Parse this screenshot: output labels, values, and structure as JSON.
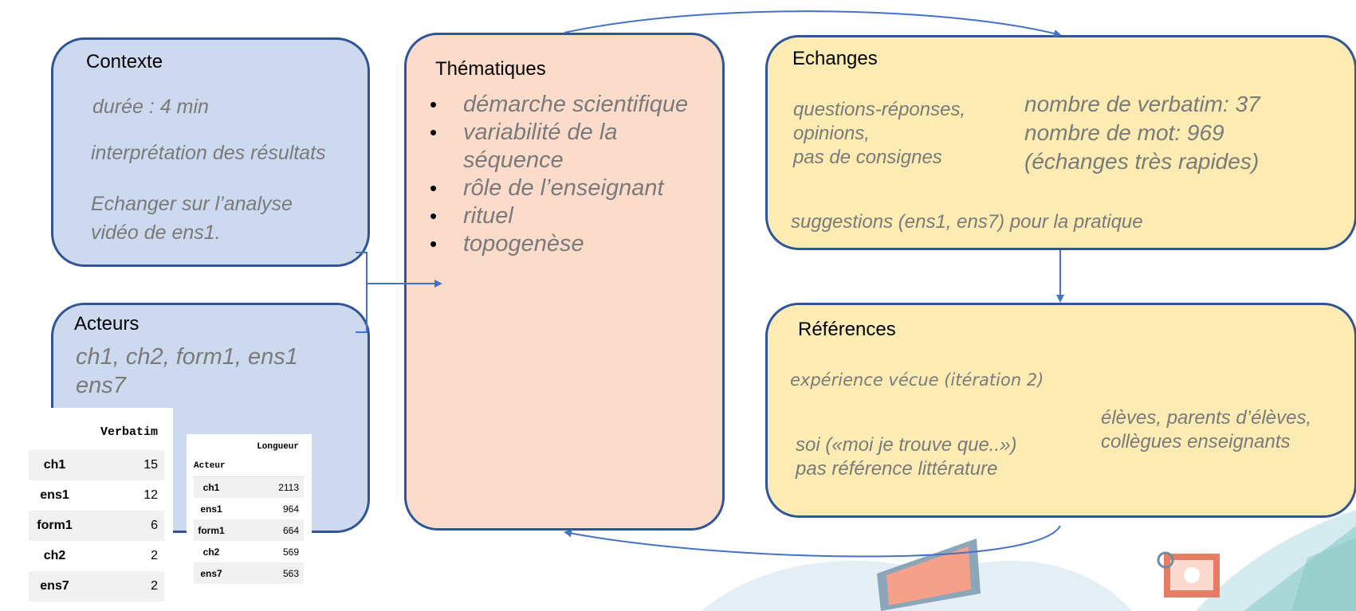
{
  "contexte": {
    "title": "Contexte",
    "duree": "durée : 4 min",
    "interpretation": "interprétation des résultats",
    "echanger_l1": "Echanger sur l’analyse",
    "echanger_l2": "vidéo de ens1."
  },
  "acteurs": {
    "title": "Acteurs",
    "line1": "ch1, ch2, form1, ens1",
    "line2": "ens7"
  },
  "thematiques": {
    "title": "Thématiques",
    "items": [
      "démarche scientifique",
      "variabilité de la",
      "séquence",
      "rôle de l’enseignant",
      "rituel",
      "topogenèse"
    ]
  },
  "echanges": {
    "title": "Echanges",
    "left_l1": "questions-réponses,",
    "left_l2": "opinions,",
    "left_l3": "pas de consignes",
    "right_l1": "nombre de verbatim: 37",
    "right_l2": "nombre de mot: 969",
    "right_l3": "(échanges très rapides)",
    "suggestions": "suggestions (ens1, ens7) pour la pratique"
  },
  "references": {
    "title": "Références",
    "experience": "expérience vécue (itération 2)",
    "soi_l1": "soi («moi je trouve que..»)",
    "soi_l2": "pas référence littérature",
    "eleves_l1": "élèves, parents d’élèves,",
    "eleves_l2": "collègues enseignants"
  },
  "verbatim_table": {
    "header": "Verbatim",
    "rows": [
      {
        "acteur": "ch1",
        "value": "15"
      },
      {
        "acteur": "ens1",
        "value": "12"
      },
      {
        "acteur": "form1",
        "value": "6"
      },
      {
        "acteur": "ch2",
        "value": "2"
      },
      {
        "acteur": "ens7",
        "value": "2"
      }
    ]
  },
  "longueur_table": {
    "header": "Longueur",
    "index_label": "Acteur",
    "rows": [
      {
        "acteur": "ch1",
        "value": "2113"
      },
      {
        "acteur": "ens1",
        "value": "964"
      },
      {
        "acteur": "form1",
        "value": "664"
      },
      {
        "acteur": "ch2",
        "value": "569"
      },
      {
        "acteur": "ens7",
        "value": "563"
      }
    ]
  },
  "colors": {
    "border": "#2f5597",
    "blue_fill": "#cdd9ee",
    "peach_fill": "#fbdccb",
    "yellow_fill": "#fcebb3",
    "arrow": "#4472c4",
    "text_grey": "#7a7a7a"
  }
}
